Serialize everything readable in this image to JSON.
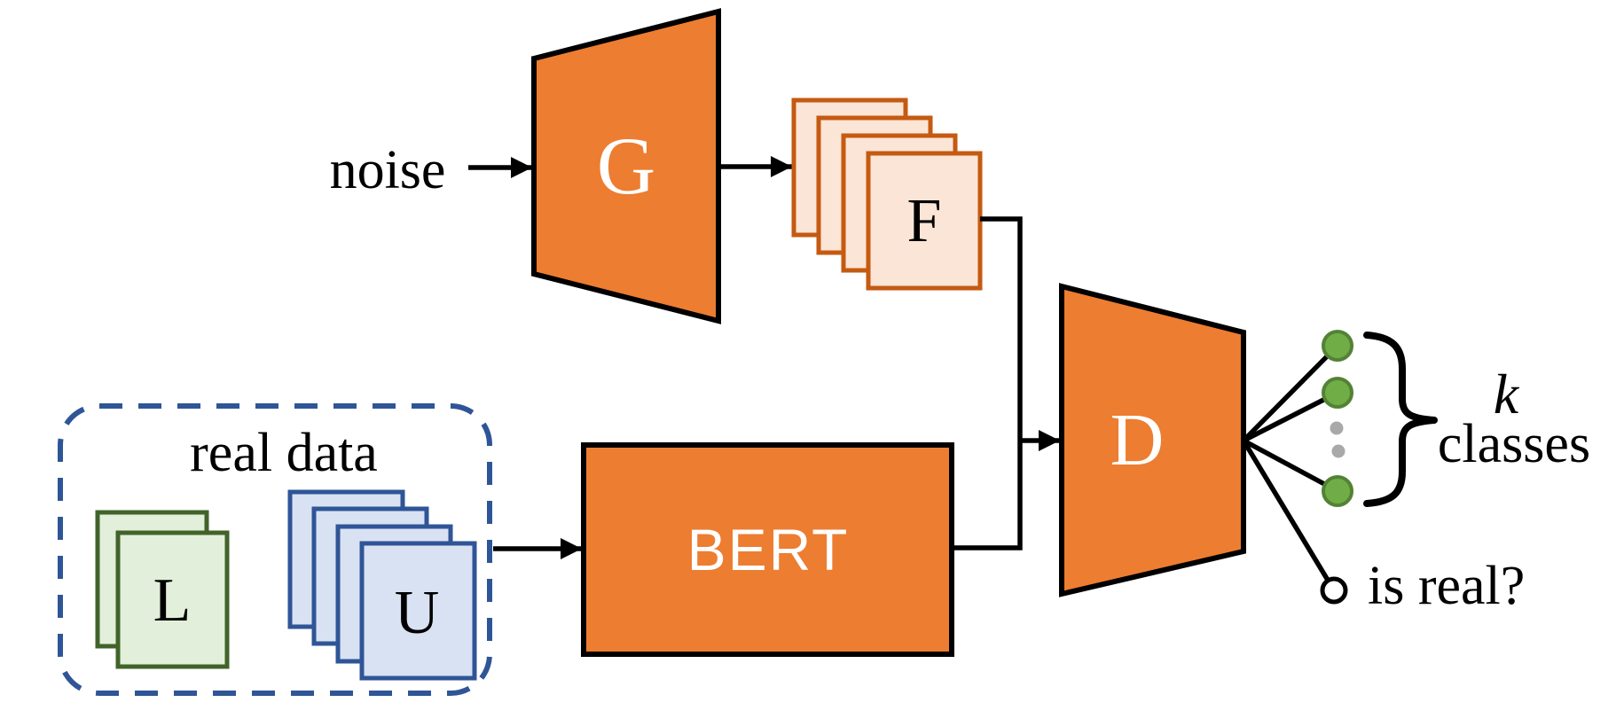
{
  "diagram": {
    "type": "architecture-diagram",
    "nodes": {
      "noise": "noise",
      "generator": "G",
      "fake_examples": "F",
      "real_data": "real data",
      "labeled": "L",
      "unlabeled": "U",
      "bert": "BERT",
      "discriminator": "D"
    },
    "outputs": {
      "k": "k",
      "classes": "classes",
      "is_real": "is real?",
      "class_nodes": 3,
      "ellipsis_dots": 2
    },
    "colors": {
      "orange_fill": "#ED7D31",
      "peach_fill": "#FBE5D6",
      "peach_border": "#C55A11",
      "green_fill": "#E2EFDA",
      "green_border": "#41632A",
      "blue_fill": "#D9E2F3",
      "blue_border": "#2F5597",
      "dash_border": "#2F5597",
      "node_green": "#70AD47",
      "node_green_border": "#538235",
      "ellipsis_grey": "#A9A9A9",
      "line_black": "#000000",
      "text_black": "#000000",
      "text_white": "#FFFFFF",
      "background": "#FFFFFF"
    }
  }
}
